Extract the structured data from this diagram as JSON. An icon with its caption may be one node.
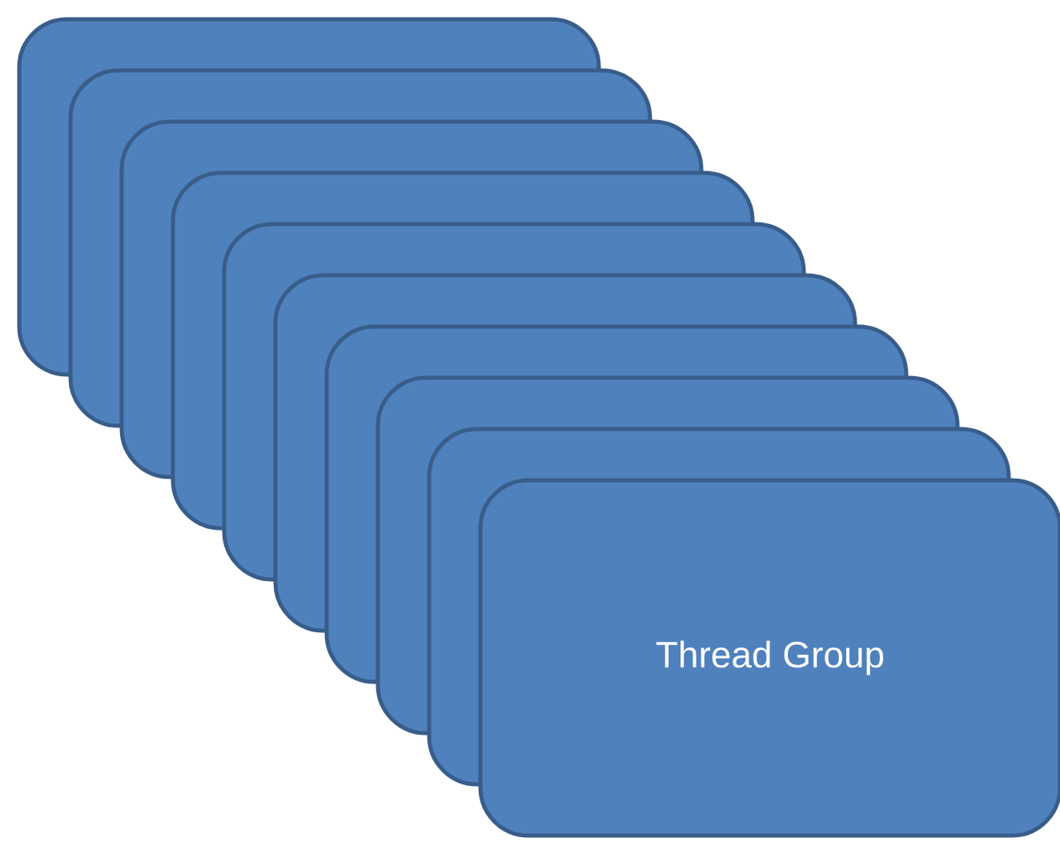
{
  "diagram": {
    "nodes": [
      {
        "text": [],
        "shape": "box"
      },
      {
        "text": [],
        "shape": "box"
      },
      {
        "text": [],
        "shape": "box"
      },
      {
        "text": [],
        "shape": "box"
      },
      {
        "text": [],
        "shape": "box"
      },
      {
        "text": [],
        "shape": "box"
      },
      {
        "text": [],
        "shape": "box"
      },
      {
        "text": [],
        "shape": "box"
      },
      {
        "text": [],
        "shape": "box"
      },
      {
        "text": [
          "Thread Group"
        ]
      }
    ]
  }
}
